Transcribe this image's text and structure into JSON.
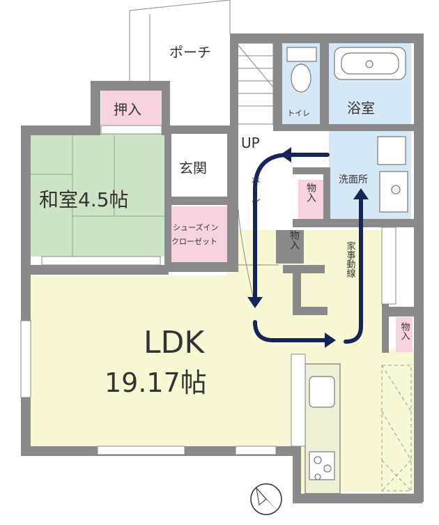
{
  "rooms": {
    "porch": "ポーチ",
    "oshiire": "押入",
    "washitsu": "和室4.5帖",
    "genkan": "玄関",
    "shoes": "シューズイン",
    "shoes2": "クローゼット",
    "toilet": "トイレ",
    "bath": "浴室",
    "up": "UP",
    "hall": "ホール",
    "senmen": "洗面所",
    "mono1": "物入",
    "mono2": "物入",
    "mono3": "物入",
    "kaji": "家事動線",
    "ldk1": "LDK",
    "ldk2": "19.17帖"
  },
  "colors": {
    "wall": "#8a8a8a",
    "washitsu": "#cfe3c6",
    "pink": "#f7d3e0",
    "blue": "#d4e8f6",
    "ldk": "#f9f8d5",
    "arrow": "#16245a"
  }
}
